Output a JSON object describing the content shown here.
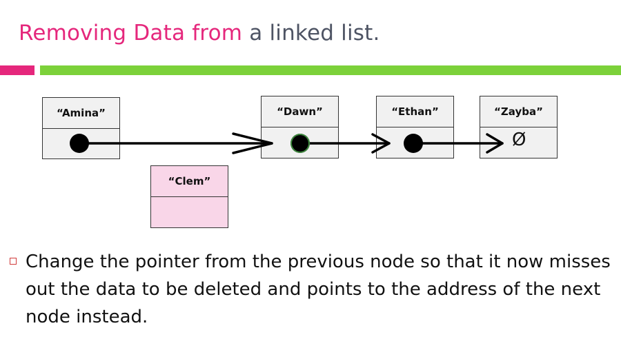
{
  "slide": {
    "title_part1": "Removing Data from",
    "title_part2": "a linked list."
  },
  "nodes": [
    {
      "id": "amina",
      "label": "“Amina”",
      "pointer": "dot"
    },
    {
      "id": "dawn",
      "label": "“Dawn”",
      "pointer": "dot"
    },
    {
      "id": "ethan",
      "label": "“Ethan”",
      "pointer": "dot"
    },
    {
      "id": "zayba",
      "label": "“Zayba”",
      "pointer": "null",
      "null_symbol": "Ø"
    },
    {
      "id": "clem",
      "label": "“Clem”",
      "pointer": "none",
      "status": "removed"
    }
  ],
  "links": [
    {
      "from": "amina",
      "to": "dawn"
    },
    {
      "from": "dawn",
      "to": "ethan"
    },
    {
      "from": "ethan",
      "to": "zayba"
    }
  ],
  "colors": {
    "title_accent": "#e5277c",
    "title_text": "#4e5464",
    "rule_green": "#7cd13a",
    "removed_node_fill": "#f9d6e8",
    "bullet": "#d03a3a"
  },
  "bullets": [
    {
      "text": "Change the pointer from the previous node so that it now misses out the data to be deleted and points to the address of the next node instead."
    }
  ]
}
